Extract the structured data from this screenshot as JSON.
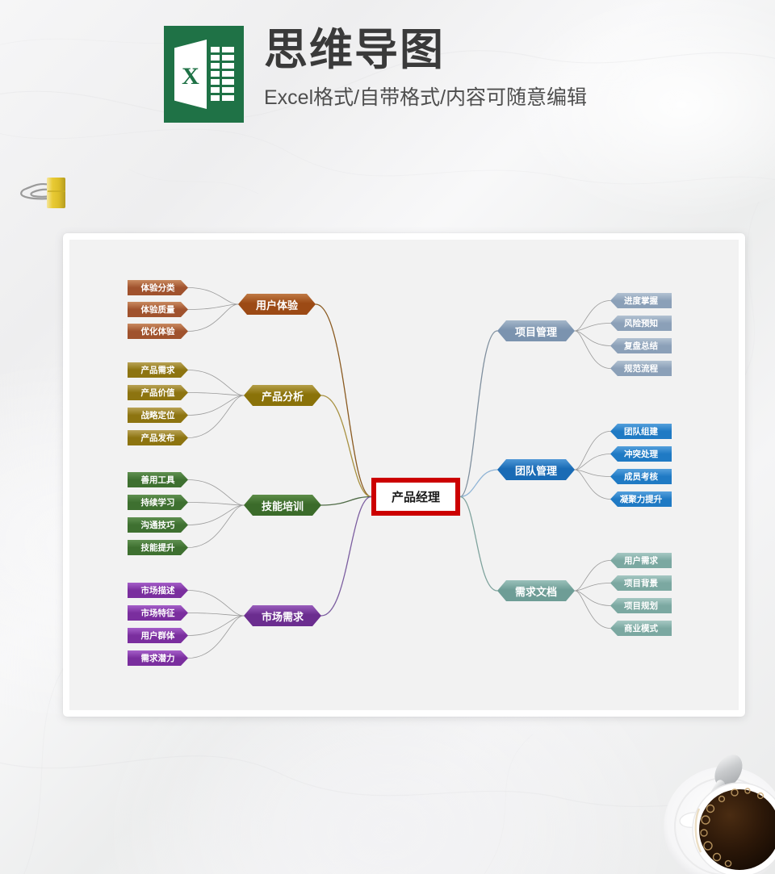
{
  "header": {
    "logo_icon": "excel-logo-icon",
    "logo_letter": "X",
    "title": "思维导图",
    "subtitle": "Excel格式/自带格式/内容可随意编辑"
  },
  "decor": {
    "binder_clip_icon": "binder-clip-icon",
    "coffee_cup_icon": "coffee-cup-icon"
  },
  "mindmap": {
    "center": {
      "label": "产品经理",
      "border_color": "#cc0000",
      "fill": "#ffffff",
      "text_color": "#1a1a1a"
    },
    "branches": [
      {
        "id": "user-experience",
        "label": "用户体验",
        "side": "left",
        "color": "#9c4a15",
        "color_light": "#c07a45",
        "leaf_color": "#a0522d",
        "leaf_color_light": "#c98a60",
        "link_color": "#8a5a20",
        "children": [
          "体验分类",
          "体验质量",
          "优化体验"
        ]
      },
      {
        "id": "product-analysis",
        "label": "产品分析",
        "side": "left",
        "color": "#8a7209",
        "color_light": "#b5a04a",
        "leaf_color": "#8d7410",
        "leaf_color_light": "#b9a356",
        "link_color": "#a89141",
        "children": [
          "产品需求",
          "产品价值",
          "战略定位",
          "产品发布"
        ]
      },
      {
        "id": "skill-training",
        "label": "技能培训",
        "side": "left",
        "color": "#3b6b2a",
        "color_light": "#5d8d48",
        "leaf_color": "#3e7030",
        "leaf_color_light": "#5f9050",
        "link_color": "#4f6b46",
        "children": [
          "善用工具",
          "持续学习",
          "沟通技巧",
          "技能提升"
        ]
      },
      {
        "id": "market-demand",
        "label": "市场需求",
        "side": "left",
        "color": "#6b2d8f",
        "color_light": "#9a5fbd",
        "leaf_color": "#7a2e9e",
        "leaf_color_light": "#a55fc9",
        "link_color": "#7c5ea0",
        "children": [
          "市场描述",
          "市场特征",
          "用户群体",
          "需求潜力"
        ]
      },
      {
        "id": "project-management",
        "label": "项目管理",
        "side": "right",
        "color": "#7b93af",
        "color_light": "#a4b6c9",
        "leaf_color": "#8ba0b8",
        "leaf_color_light": "#b3c2d2",
        "link_color": "#7f8f9e",
        "children": [
          "进度掌握",
          "风险预知",
          "复盘总结",
          "规范流程"
        ]
      },
      {
        "id": "team-management",
        "label": "团队管理",
        "side": "right",
        "color": "#1a6bb5",
        "color_light": "#4e97d6",
        "leaf_color": "#1f7ac4",
        "leaf_color_light": "#55a0dc",
        "link_color": "#8fb4d6",
        "children": [
          "团队组建",
          "冲突处理",
          "成员考核",
          "凝聚力提升"
        ]
      },
      {
        "id": "requirement-doc",
        "label": "需求文档",
        "side": "right",
        "color": "#6e9d96",
        "color_light": "#9ac0ba",
        "leaf_color": "#7ba8a1",
        "leaf_color_light": "#a6c8c3",
        "link_color": "#7fa39d",
        "children": [
          "用户需求",
          "项目背景",
          "项目规划",
          "商业模式"
        ]
      }
    ]
  }
}
